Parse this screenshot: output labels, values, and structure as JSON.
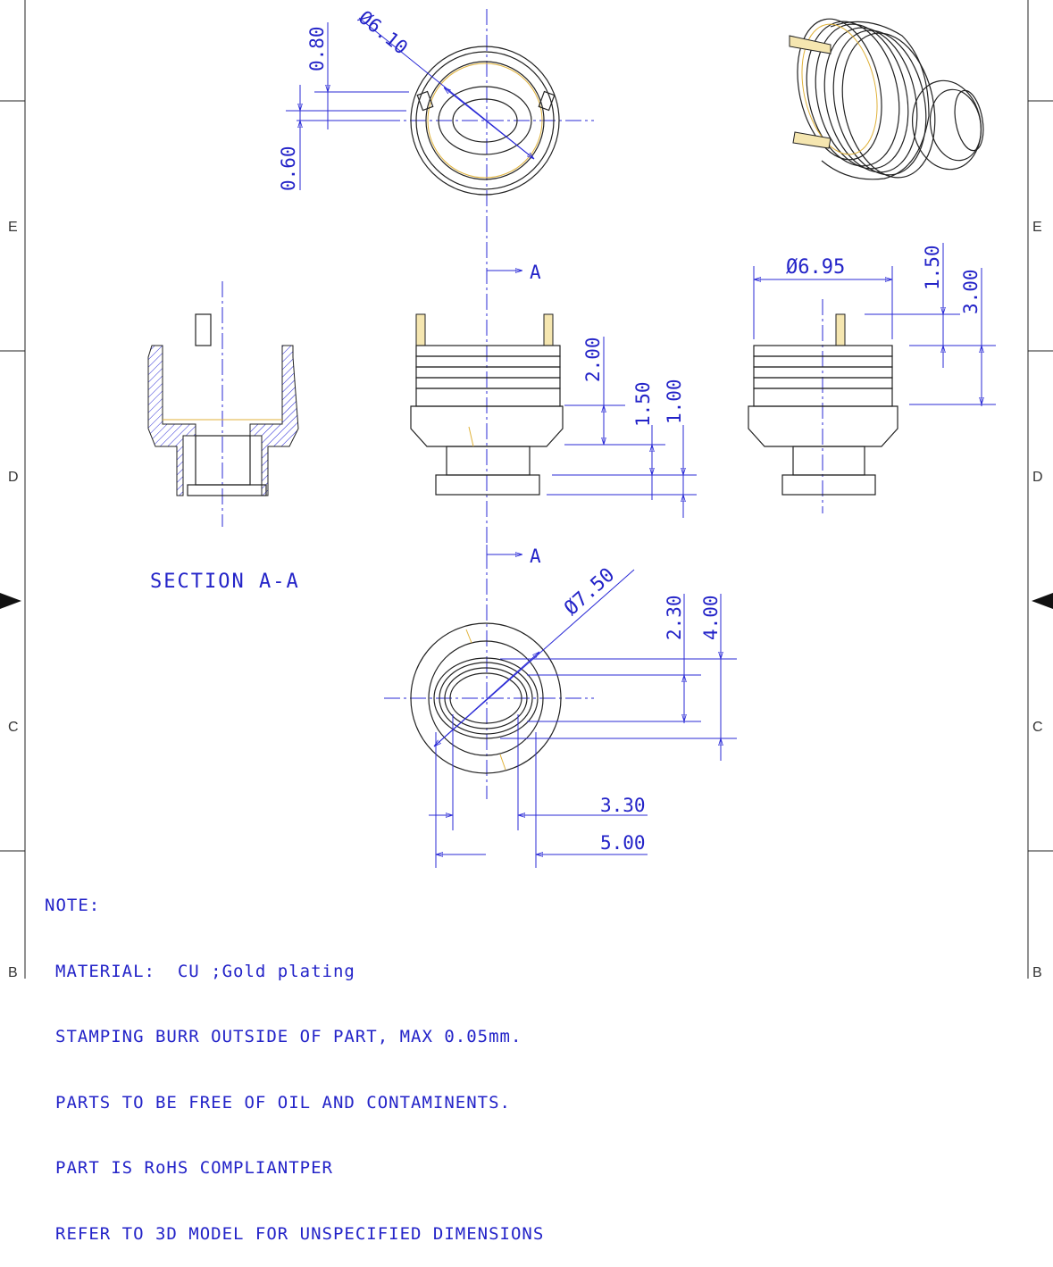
{
  "zones": {
    "left": [
      "E",
      "D",
      "C",
      "B"
    ],
    "right": [
      "E",
      "D",
      "C",
      "B"
    ]
  },
  "dimensions": {
    "top_dia": "Ø6.10",
    "top_080": "0.80",
    "top_060": "0.60",
    "front_200": "2.00",
    "front_150": "1.50",
    "front_100": "1.00",
    "side_dia": "Ø6.95",
    "side_150": "1.50",
    "side_300": "3.00",
    "bottom_dia": "Ø7.50",
    "bottom_230": "2.30",
    "bottom_400": "4.00",
    "bottom_330": "3.30",
    "bottom_500": "5.00"
  },
  "section": {
    "marker_top": "A",
    "marker_bottom": "A",
    "label": "SECTION A-A"
  },
  "notes": {
    "title": "NOTE:",
    "lines": [
      "MATERIAL:  CU ;Gold plating",
      "STAMPING BURR OUTSIDE OF PART, MAX 0.05mm.",
      "PARTS TO BE FREE OF OIL AND CONTAMINENTS.",
      "PART IS RoHS COMPLIANTPER",
      "REFER TO 3D MODEL FOR UNSPECIFIED DIMENSIONS"
    ]
  },
  "colors": {
    "dimension": "#2323c8",
    "outline": "#222222",
    "highlight": "#e0b23a"
  }
}
